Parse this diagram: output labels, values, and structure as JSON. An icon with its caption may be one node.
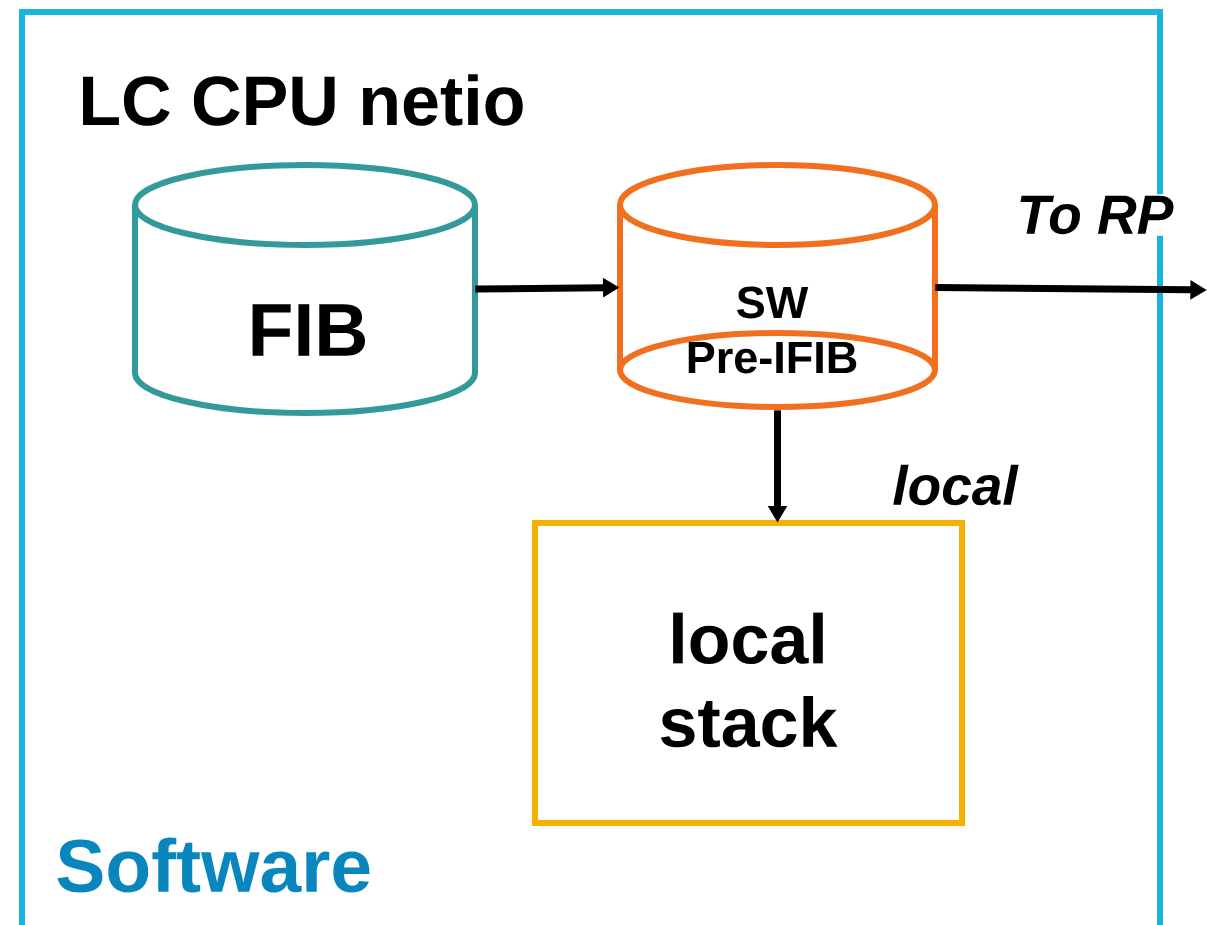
{
  "diagram": {
    "nodes": [
      {
        "text": [
          "LC CPU netio",
          "Software"
        ]
      },
      {
        "text": [
          "FIB"
        ],
        "in": 0
      },
      {
        "text": [
          "SW Pre-IFIB"
        ],
        "in": 0
      },
      {
        "text": [
          "local stack"
        ],
        "in": 0
      }
    ],
    "edges": [
      {
        "from": 1,
        "to": 2,
        "arrow": "to"
      },
      {
        "from": 2,
        "to": null,
        "arrow": "to",
        "label": "To RP"
      },
      {
        "from": 2,
        "to": 3,
        "arrow": "to",
        "label": "local"
      }
    ]
  }
}
